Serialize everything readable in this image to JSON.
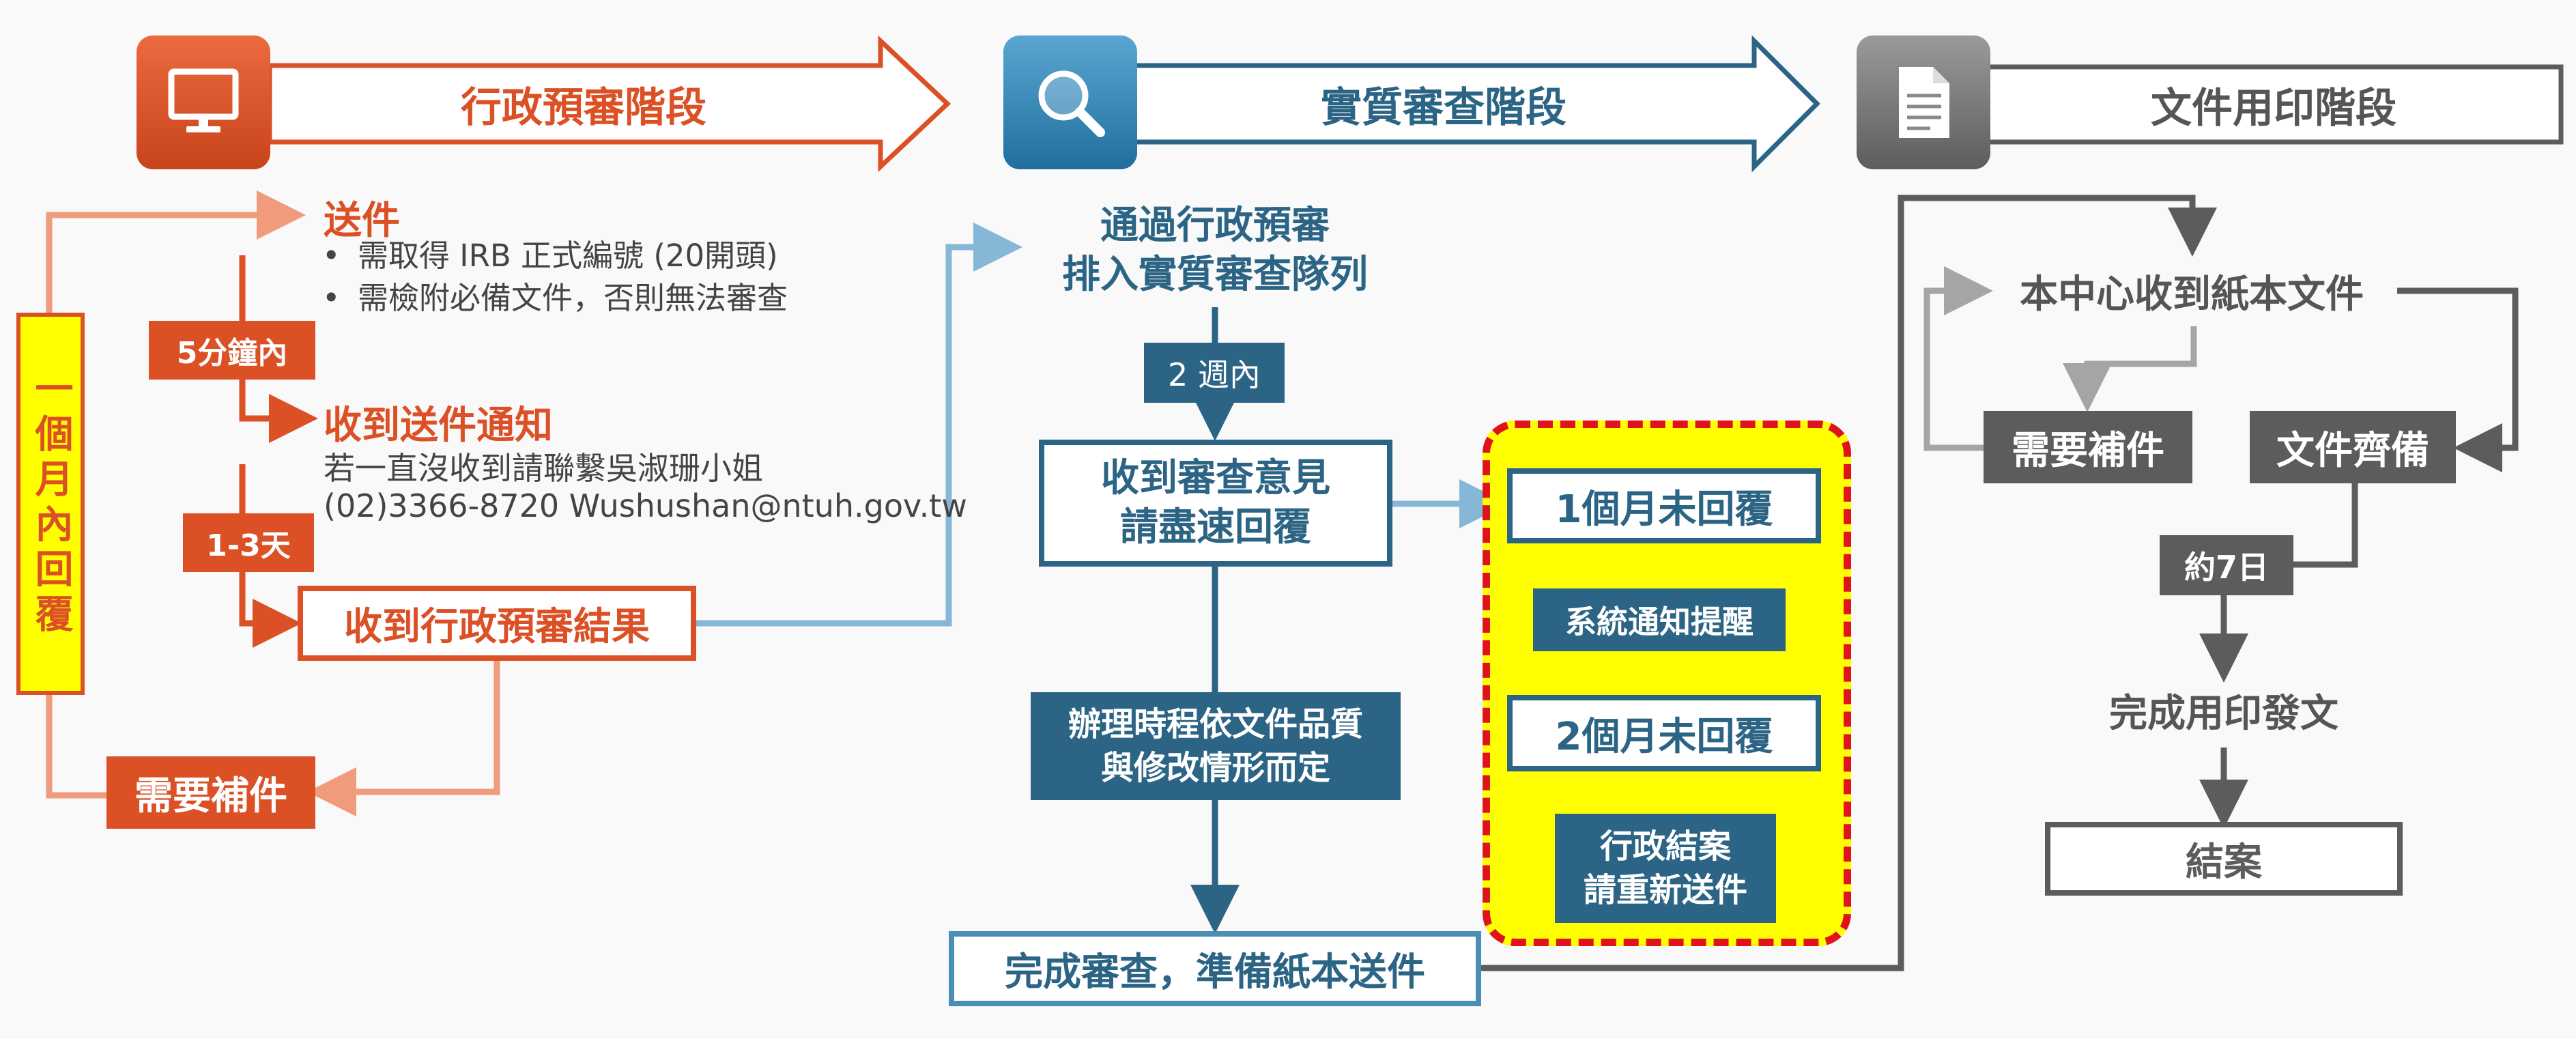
{
  "stages": {
    "admin": {
      "label": "行政預審階段",
      "icon": "monitor-icon",
      "color": "#dc5025"
    },
    "substantive": {
      "label": "實質審查階段",
      "icon": "magnifier-icon",
      "color": "#2b6484"
    },
    "printing": {
      "label": "文件用印階段",
      "icon": "document-icon",
      "color": "#5c5c5c"
    }
  },
  "admin_flow": {
    "vertical_tag": "一個月內回覆",
    "send": "送件",
    "send_bullets": [
      "需取得 IRB 正式編號 (20開頭)",
      "需檢附必備文件，否則無法審查"
    ],
    "within_5_min": "5分鐘內",
    "receive_notice": "收到送件通知",
    "contact_line1": "若一直沒收到請聯繫吳淑珊小姐",
    "contact_line2": "(02)3366-8720  Wushushan@ntuh.gov.tw",
    "days_1_3": "1-3天",
    "admin_result": "收到行政預審結果",
    "need_supplement": "需要補件"
  },
  "review_flow": {
    "passed_line1": "通過行政預審",
    "passed_line2": "排入實質審查隊列",
    "within_2_weeks": "2 週內",
    "comments_line1": "收到審查意見",
    "comments_line2": "請盡速回覆",
    "duration_line1": "辦理時程依文件品質",
    "duration_line2": "與修改情形而定",
    "complete": "完成審查，準備紙本送件",
    "one_month": "1個月未回覆",
    "system_reminder": "系統通知提醒",
    "two_months": "2個月未回覆",
    "closed_line1": "行政結案",
    "closed_line2": "請重新送件"
  },
  "print_flow": {
    "received_paper": "本中心收到紙本文件",
    "need_supplement": "需要補件",
    "docs_complete": "文件齊備",
    "about_7_days": "約7日",
    "stamp_issued": "完成用印發文",
    "closed": "結案"
  },
  "colors": {
    "orange": "#dc5025",
    "light_orange": "#ef9b7c",
    "blue": "#2b6484",
    "light_blue": "#86b7d6",
    "gray": "#5c5c5c",
    "light_gray": "#a5a5a5",
    "yellow": "#ffff00",
    "red_dash": "#e0131b"
  }
}
